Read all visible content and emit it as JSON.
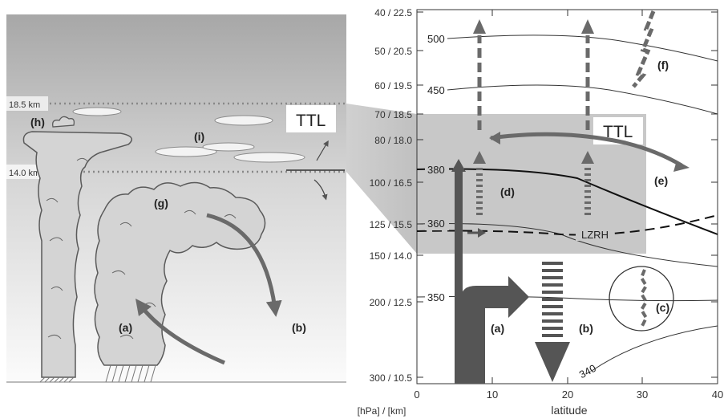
{
  "left_panel": {
    "alt_high": "18.5 km",
    "alt_low": "14.0 km",
    "ttl_label": "TTL",
    "labels": {
      "h": "(h)",
      "i": "(i)",
      "g": "(g)",
      "a": "(a)",
      "b": "(b)"
    }
  },
  "right_panel": {
    "y_ticks": [
      "40 / 22.5",
      "50 / 20.5",
      "60 / 19.5",
      "70 / 18.5",
      "80 / 18.0",
      "100 / 16.5",
      "125 / 15.5",
      "150 / 14.0",
      "200 / 12.5",
      "300 / 10.5"
    ],
    "x_ticks": [
      "0",
      "10",
      "20",
      "30",
      "40"
    ],
    "x_label": "latitude",
    "y_label": "[hPa] / [km]",
    "isentropes": [
      "500",
      "450",
      "380",
      "360",
      "350",
      "340"
    ],
    "ttl_label": "TTL",
    "lzrh_label": "LZRH",
    "labels": {
      "a": "(a)",
      "b": "(b)",
      "c": "(c)",
      "d": "(d)",
      "e": "(e)",
      "f": "(f)"
    }
  },
  "colors": {
    "arrow": "#666666",
    "ttl_band": "#c8c8c8",
    "cloud_fill": "#d4d4d4"
  }
}
